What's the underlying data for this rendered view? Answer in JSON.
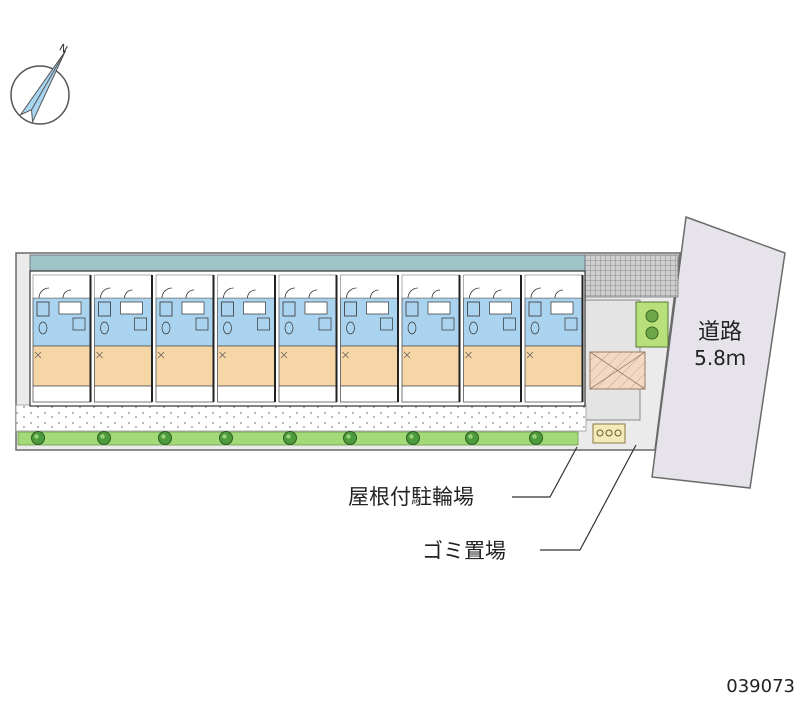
{
  "compass": {
    "north_label": "N",
    "rotation_deg": 30
  },
  "road": {
    "name": "道路",
    "width": "5.8ｍ",
    "fill": "#e6e3ea"
  },
  "building": {
    "unit_count": 9,
    "roof_color": "#9fc3c6",
    "room_color": "#f6d6a6",
    "bath_color": "#a9d3ee"
  },
  "callouts": {
    "bicycle_parking": "屋根付駐輪場",
    "garbage": "ゴミ置場"
  },
  "property_id": "039073",
  "colors": {
    "hedge": "#a3d977",
    "tree": "#4c9b3c",
    "lot": "#e8e8e8",
    "outline": "#6a6a6a"
  }
}
